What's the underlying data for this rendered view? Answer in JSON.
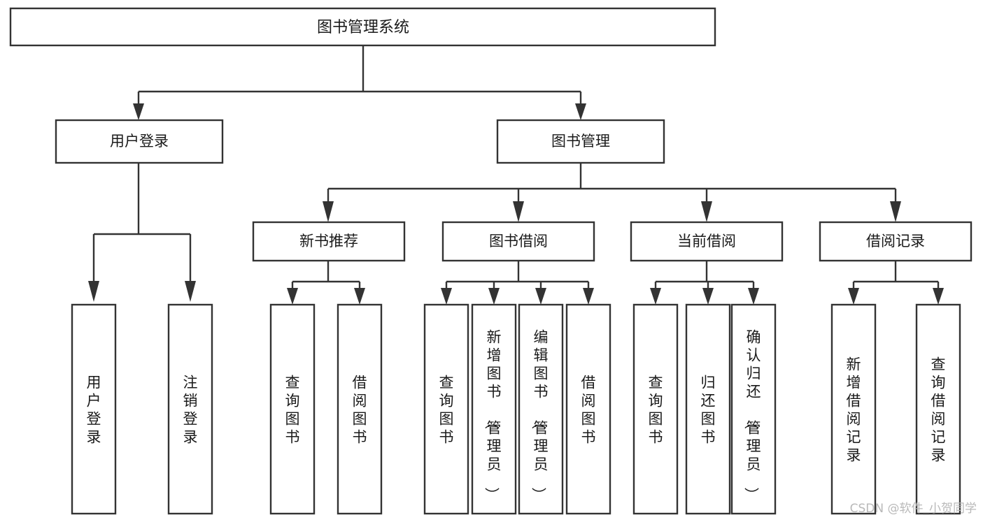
{
  "diagram": {
    "type": "tree-hierarchy",
    "title": "图书管理系统",
    "root": {
      "id": "root",
      "label": "图书管理系统"
    },
    "level2": [
      {
        "id": "user-login",
        "label": "用户登录"
      },
      {
        "id": "book-manage",
        "label": "图书管理"
      }
    ],
    "level3": [
      {
        "id": "new-book-recommend",
        "label": "新书推荐",
        "parent": "book-manage"
      },
      {
        "id": "book-borrow",
        "label": "图书借阅",
        "parent": "book-manage"
      },
      {
        "id": "current-borrow",
        "label": "当前借阅",
        "parent": "book-manage"
      },
      {
        "id": "borrow-record",
        "label": "借阅记录",
        "parent": "book-manage"
      }
    ],
    "leaves": [
      {
        "id": "leaf-user-login",
        "label": "用户登录",
        "parent": "user-login"
      },
      {
        "id": "leaf-user-logout",
        "label": "注销登录",
        "parent": "user-login"
      },
      {
        "id": "leaf-query-book-1",
        "label": "查询图书",
        "parent": "new-book-recommend"
      },
      {
        "id": "leaf-borrow-book-1",
        "label": "借阅图书",
        "parent": "new-book-recommend"
      },
      {
        "id": "leaf-query-book-2",
        "label": "查询图书",
        "parent": "book-borrow"
      },
      {
        "id": "leaf-add-book",
        "label": "新增图书（管理员）",
        "parent": "book-borrow"
      },
      {
        "id": "leaf-edit-book",
        "label": "编辑图书（管理员）",
        "parent": "book-borrow"
      },
      {
        "id": "leaf-borrow-book-2",
        "label": "借阅图书",
        "parent": "book-borrow"
      },
      {
        "id": "leaf-query-book-3",
        "label": "查询图书",
        "parent": "current-borrow"
      },
      {
        "id": "leaf-return-book",
        "label": "归还图书",
        "parent": "current-borrow"
      },
      {
        "id": "leaf-confirm-return",
        "label": "确认归还（管理员）",
        "parent": "current-borrow"
      },
      {
        "id": "leaf-add-record",
        "label": "新增借阅记录",
        "parent": "borrow-record"
      },
      {
        "id": "leaf-query-record",
        "label": "查询借阅记录",
        "parent": "borrow-record"
      }
    ],
    "colors": {
      "box_fill": "#ffffff",
      "box_stroke": "#333333",
      "text": "#1a1a1a",
      "background": "#ffffff",
      "watermark": "#b9b9b9"
    }
  },
  "watermark": {
    "label": "CSDN @软件_小贺同学"
  }
}
